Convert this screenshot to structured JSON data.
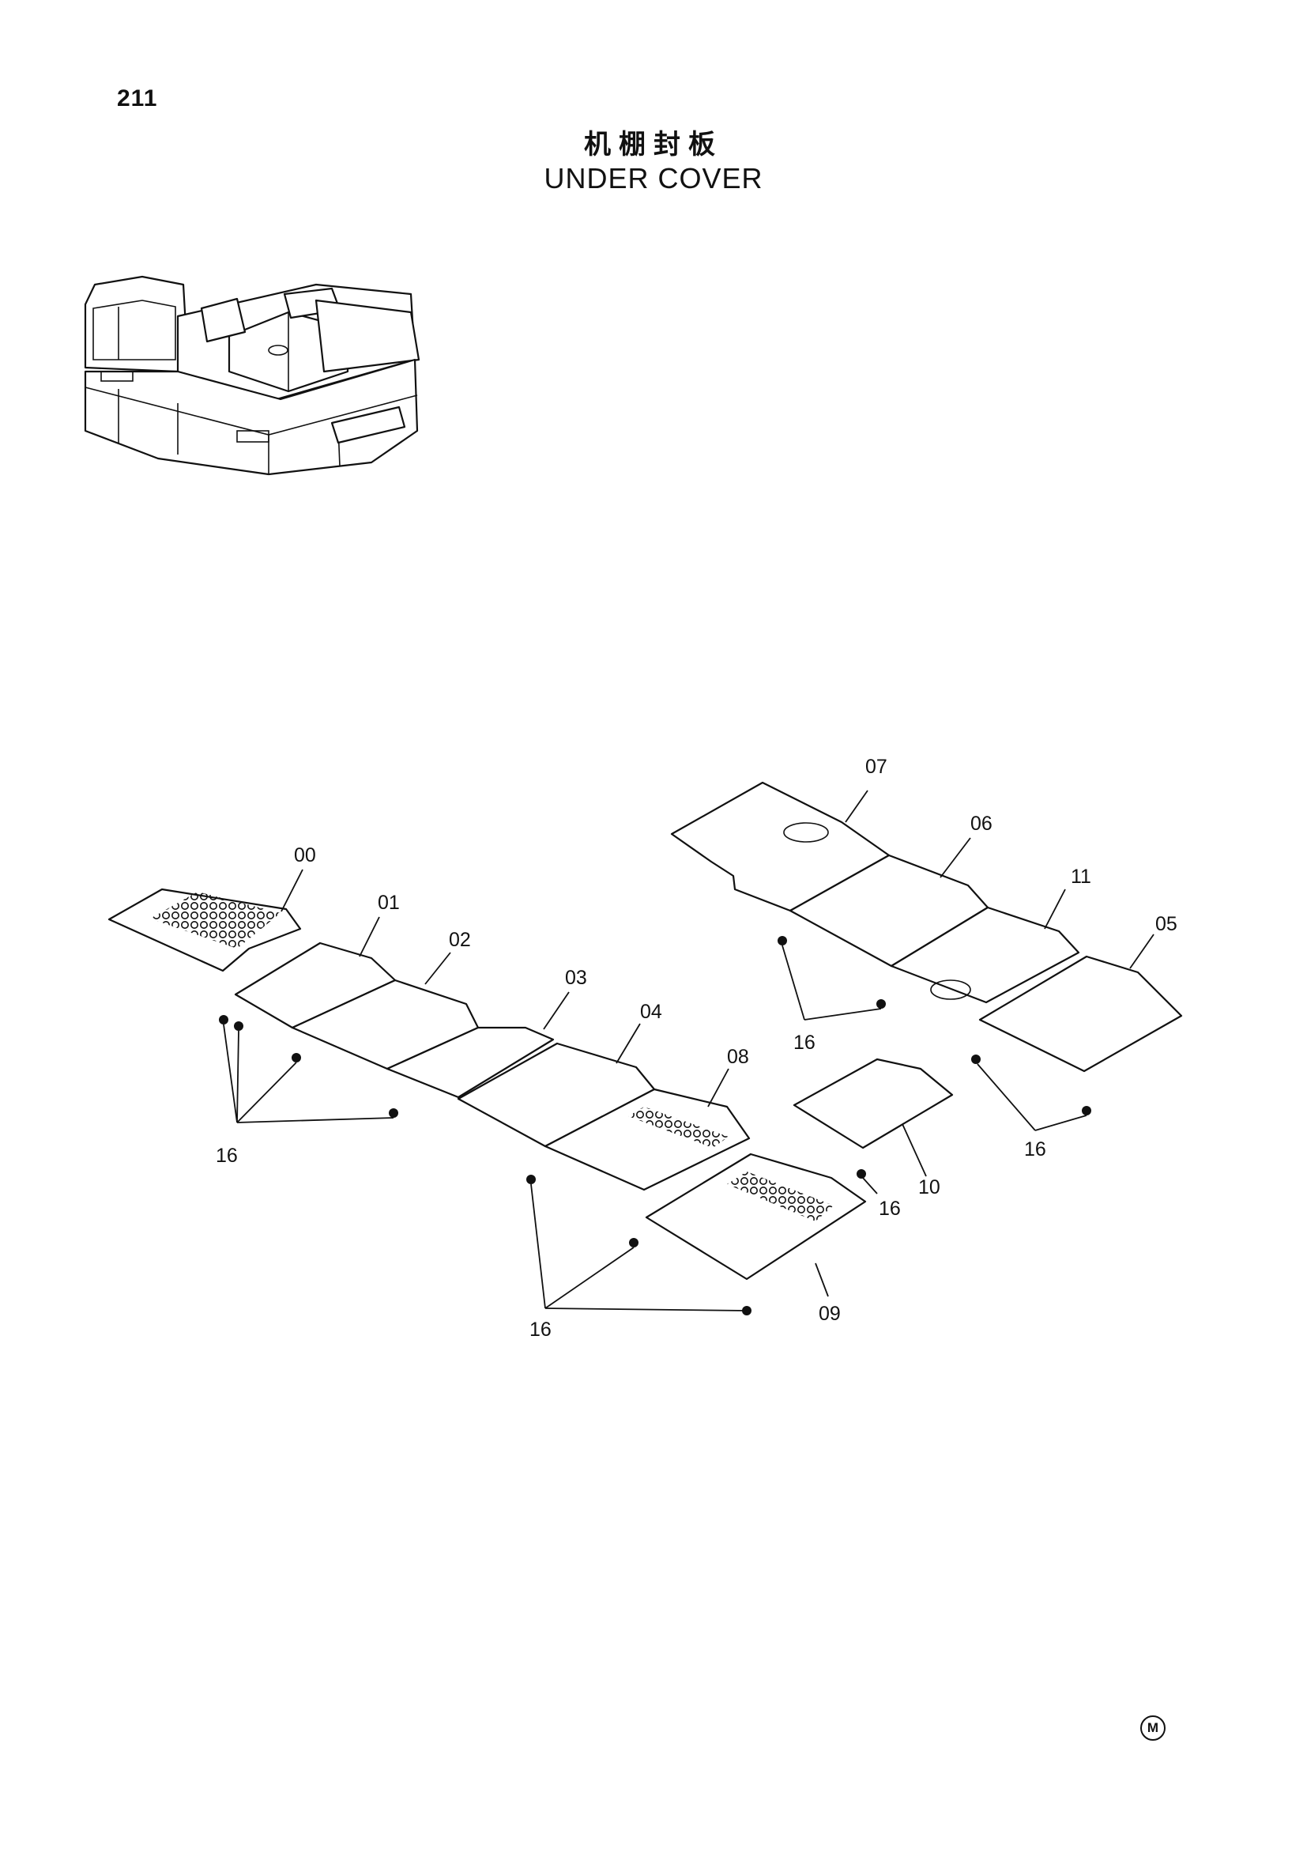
{
  "page": {
    "number": "211"
  },
  "title": {
    "zh": "机棚封板",
    "en": "UNDER COVER"
  },
  "labels": {
    "p00": "00",
    "p01": "01",
    "p02": "02",
    "p03": "03",
    "p04": "04",
    "p05": "05",
    "p06": "06",
    "p07": "07",
    "p08": "08",
    "p09": "09",
    "p10": "10",
    "p11": "11",
    "bolt_a": "16",
    "bolt_b": "16",
    "bolt_c": "16",
    "bolt_d": "16",
    "bolt_e": "16"
  },
  "mark": "M"
}
